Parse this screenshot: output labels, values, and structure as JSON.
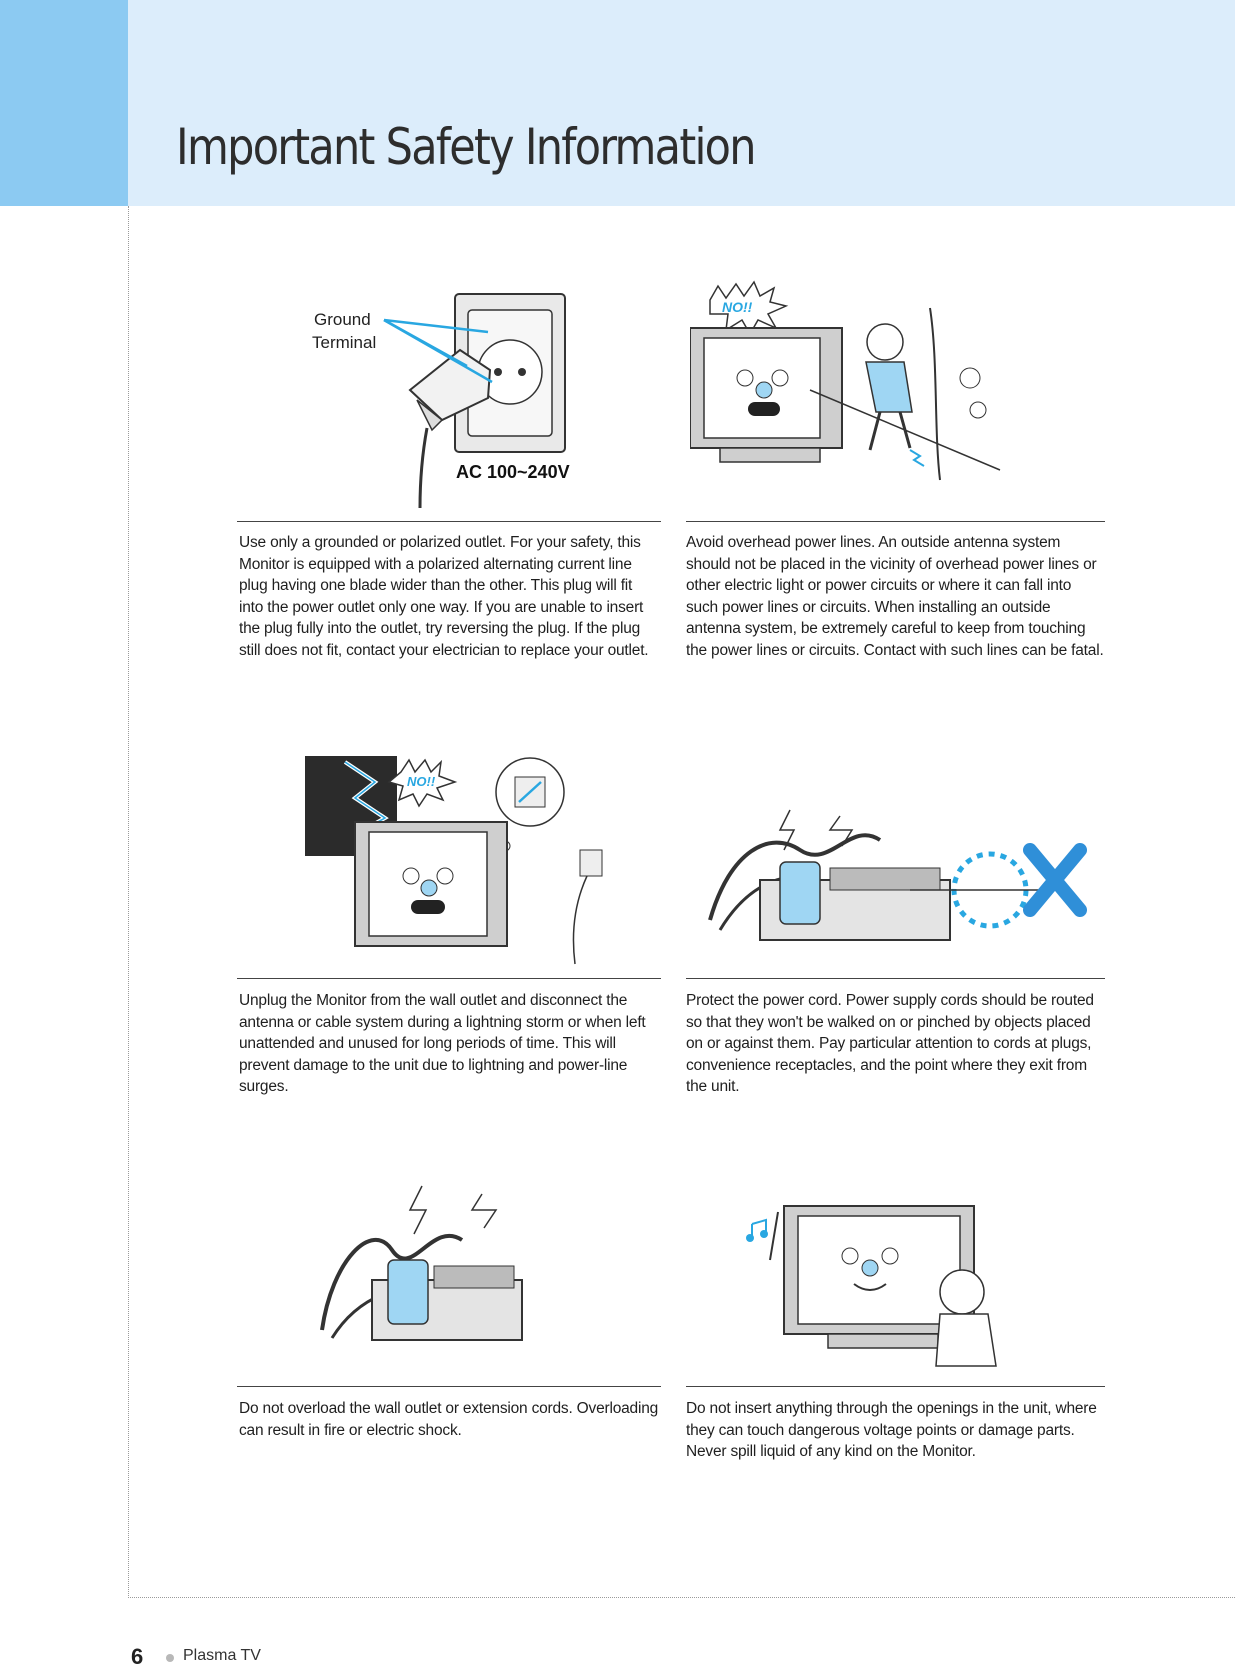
{
  "header": {
    "title": "Important Safety Information"
  },
  "figures": {
    "outlet": {
      "ground_label_1": "Ground",
      "ground_label_2": "Terminal",
      "voltage_label": "AC 100~240V"
    },
    "antenna": {
      "no_badge": "NO!!"
    },
    "lightning": {
      "no_badge": "NO!!"
    }
  },
  "sections": [
    {
      "text": "Use only a grounded or polarized outlet. For your safety, this Monitor is equipped with a polarized alternating current line plug having one blade wider than the other. This plug will fit into the power outlet only one way. If you are unable to insert the plug fully into the outlet, try reversing the plug. If the plug still does not fit, contact your electrician to replace your outlet."
    },
    {
      "text": "Avoid overhead power lines. An outside antenna system should not be placed in the vicinity of overhead power lines or other electric light or power circuits or where it can fall into such power lines or circuits. When installing an outside antenna system, be extremely careful to keep from touching the power lines or circuits. Contact with such lines can be fatal."
    },
    {
      "text": "Unplug the Monitor from the wall outlet and disconnect the antenna or cable system during a lightning storm or when left unattended and unused for long periods of time. This will prevent damage to the unit due to lightning and power-line surges."
    },
    {
      "text": "Protect the power cord. Power supply cords should be routed so that they won't be walked on or pinched by objects placed on or against them. Pay particular attention to cords at plugs, convenience receptacles, and the point where they exit from the unit."
    },
    {
      "text": "Do not overload the wall outlet or extension cords. Overloading can result in fire or electric shock."
    },
    {
      "text": "Do not insert anything through the openings in the unit, where they can touch dangerous voltage points or damage parts. Never spill liquid of any kind on the Monitor."
    }
  ],
  "footer": {
    "page_number": "6",
    "label": "Plasma TV"
  },
  "colors": {
    "header_band": "#dcedfb",
    "header_tab": "#8ccaf2",
    "accent_blue": "#29a7e1"
  }
}
